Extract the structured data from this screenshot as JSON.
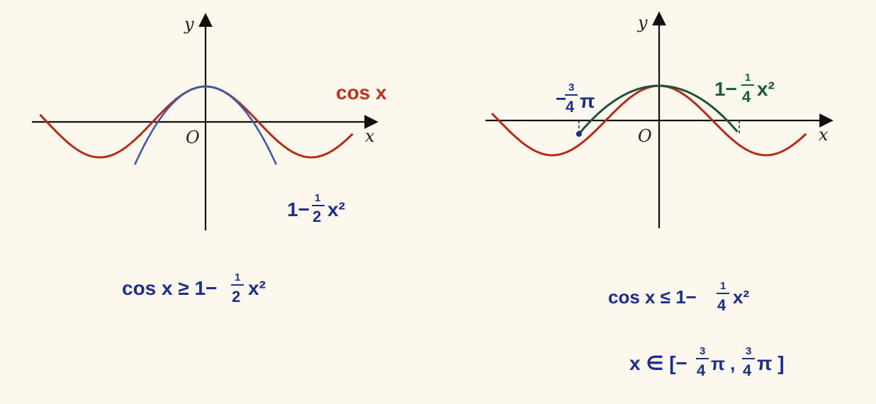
{
  "colors": {
    "axis": "#111111",
    "cos": "#b82a18",
    "quad_half": "#3b5aa8",
    "quad_quarter": "#1e5238",
    "ink_blue": "#1c2d8c",
    "ink_green": "#175c3c",
    "ink_red": "#c0301c"
  },
  "left_graph": {
    "y_label": "y",
    "x_label": "x",
    "origin_label": "O",
    "cos_label": "cos x",
    "parabola_label": {
      "lead": "1−",
      "num": "1",
      "den": "2",
      "tail": "x²"
    },
    "inequality": {
      "lead": "cos x ≥ 1−",
      "num": "1",
      "den": "2",
      "tail": "x²"
    }
  },
  "right_graph": {
    "y_label": "y",
    "x_label": "x",
    "origin_label": "O",
    "left_bound_label": {
      "lead": "−",
      "num": "3",
      "den": "4",
      "tail": "π"
    },
    "parabola_label": {
      "lead": "1−",
      "num": "1",
      "den": "4",
      "tail": "x²"
    },
    "inequality": {
      "lead": "cos x ≤ 1−",
      "num": "1",
      "den": "4",
      "tail": "x²"
    },
    "domain": {
      "lead": "x ∈ [−",
      "num1": "3",
      "den1": "4",
      "mid": "π ,",
      "num2": "3",
      "den2": "4",
      "tail": "π ]"
    }
  }
}
